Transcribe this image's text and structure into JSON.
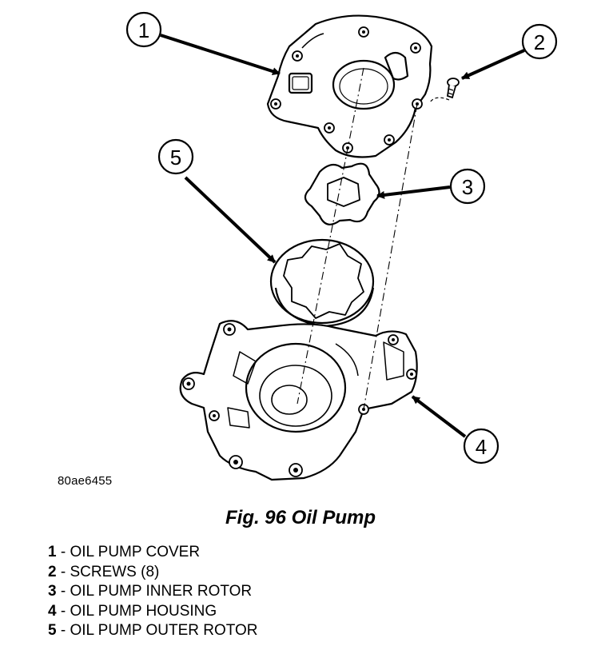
{
  "figure": {
    "code": "80ae6455",
    "caption": "Fig. 96 Oil Pump"
  },
  "callouts": [
    {
      "num": "1"
    },
    {
      "num": "2"
    },
    {
      "num": "3"
    },
    {
      "num": "4"
    },
    {
      "num": "5"
    }
  ],
  "legend": [
    {
      "num": "1",
      "text": " - OIL PUMP COVER"
    },
    {
      "num": "2",
      "text": " - SCREWS (8)"
    },
    {
      "num": "3",
      "text": " - OIL PUMP INNER ROTOR"
    },
    {
      "num": "4",
      "text": " - OIL PUMP HOUSING"
    },
    {
      "num": "5",
      "text": " - OIL PUMP OUTER ROTOR"
    }
  ]
}
